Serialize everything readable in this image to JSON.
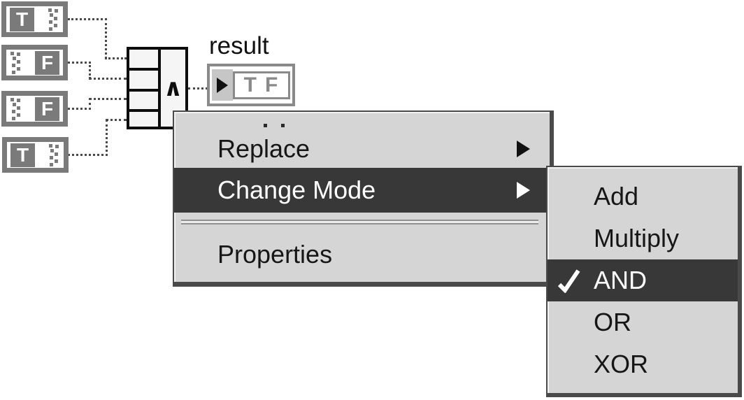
{
  "block_diagram": {
    "result_label": "result",
    "indicator_letters": "TF",
    "node_operator": "∧",
    "constants": [
      {
        "value": "T"
      },
      {
        "value": "F"
      },
      {
        "value": "F"
      },
      {
        "value": "T"
      }
    ]
  },
  "context_menu": {
    "items": [
      {
        "label": "Replace",
        "has_submenu": true,
        "highlighted": false
      },
      {
        "label": "Change Mode",
        "has_submenu": true,
        "highlighted": true
      },
      {
        "label": "Properties",
        "has_submenu": false,
        "highlighted": false
      }
    ]
  },
  "submenu": {
    "items": [
      {
        "label": "Add",
        "checked": false,
        "highlighted": false
      },
      {
        "label": "Multiply",
        "checked": false,
        "highlighted": false
      },
      {
        "label": "AND",
        "checked": true,
        "highlighted": true
      },
      {
        "label": "OR",
        "checked": false,
        "highlighted": false
      },
      {
        "label": "XOR",
        "checked": false,
        "highlighted": false
      }
    ]
  },
  "colors": {
    "menu_bg": "#d5d5d5",
    "highlight_bg": "#383838",
    "highlight_text": "#ffffff",
    "menu_text": "#161616",
    "wire": "#4a4a4a",
    "terminal_gray": "#7a7a7a",
    "indicator_gray": "#8a8a8a",
    "node_border": "#0d0d0d"
  }
}
